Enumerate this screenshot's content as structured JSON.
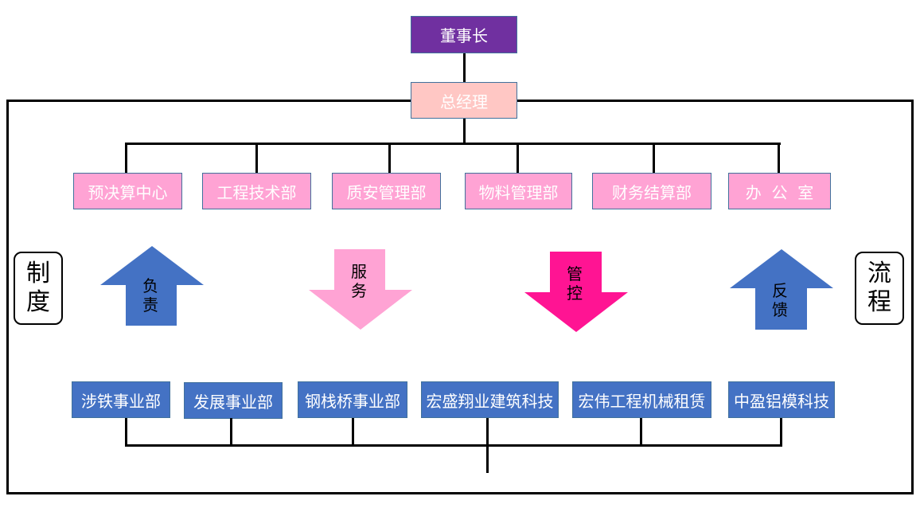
{
  "chairman": {
    "label": "董事长"
  },
  "general_manager": {
    "label": "总经理"
  },
  "departments": [
    {
      "label": "预决算中心"
    },
    {
      "label": "工程技术部"
    },
    {
      "label": "质安管理部"
    },
    {
      "label": "物料管理部"
    },
    {
      "label": "财务结算部"
    },
    {
      "label": "办  公  室"
    }
  ],
  "side_labels": {
    "left": [
      "制",
      "度"
    ],
    "right": [
      "流",
      "程"
    ]
  },
  "arrows": [
    {
      "direction": "up",
      "chars": [
        "负",
        "责"
      ],
      "color": "#4472c4"
    },
    {
      "direction": "down",
      "chars": [
        "服",
        "务"
      ],
      "color": "#ffa3d4"
    },
    {
      "direction": "down",
      "chars": [
        "管",
        "控"
      ],
      "color": "#ff1493"
    },
    {
      "direction": "up",
      "chars": [
        "反",
        "馈"
      ],
      "color": "#4472c4"
    }
  ],
  "business_units": [
    {
      "label": "涉铁事业部"
    },
    {
      "label": "发展事业部"
    },
    {
      "label": "钢栈桥事业部"
    },
    {
      "label": "宏盛翔业建筑科技"
    },
    {
      "label": "宏伟工程机械租赁"
    },
    {
      "label": "中盈铝模科技"
    }
  ],
  "colors": {
    "chairman": "#7030a0",
    "general_manager": "#ffc7c4",
    "department": "#ffa3d4",
    "business_unit": "#4472c4",
    "control_arrow": "#ff1493"
  }
}
